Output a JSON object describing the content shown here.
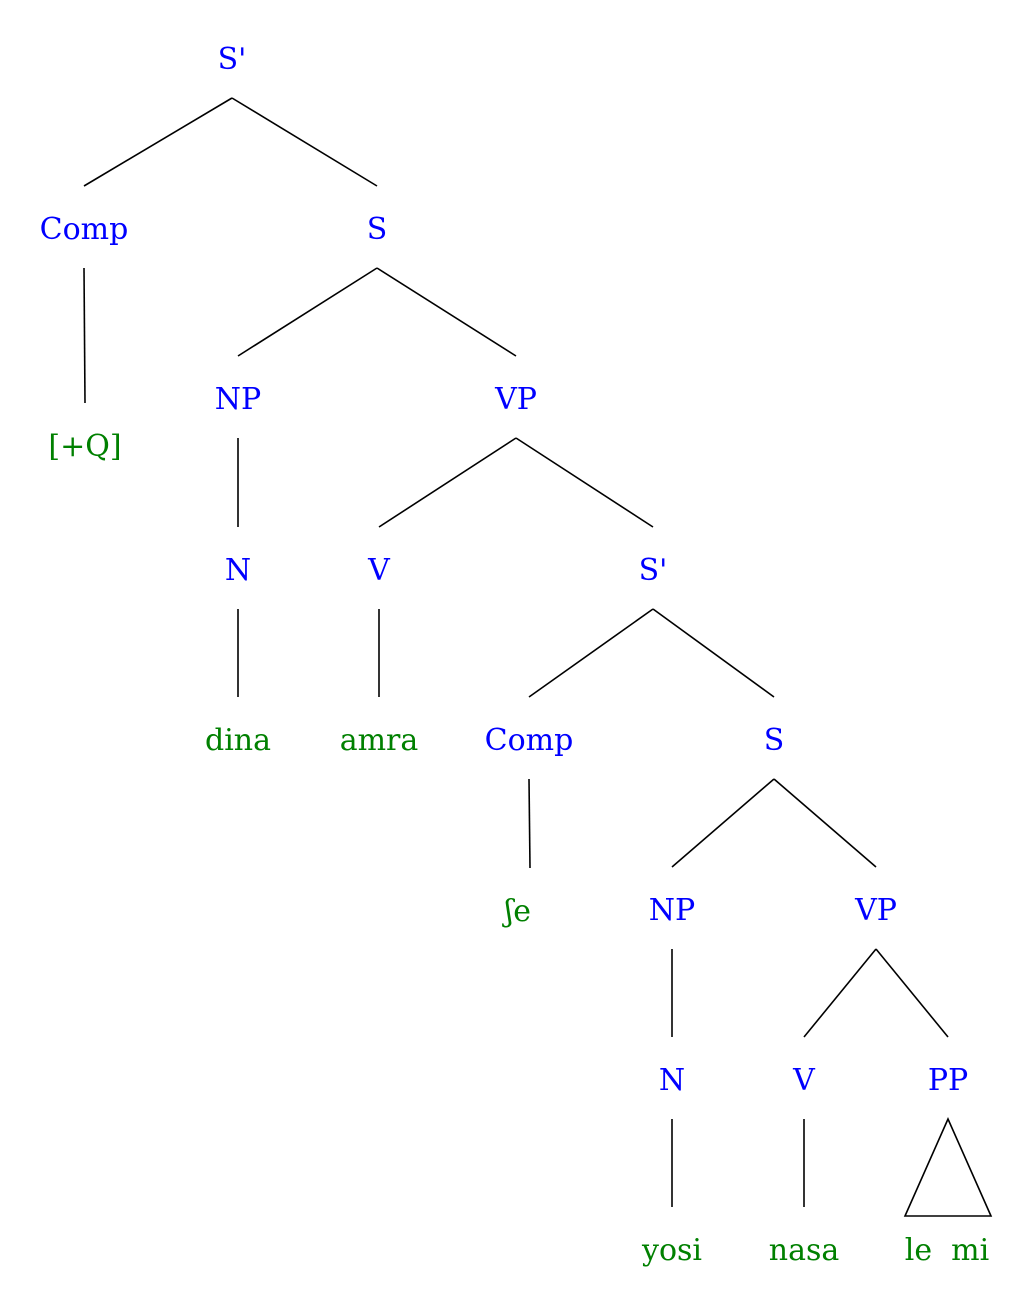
{
  "tree": {
    "nodes": {
      "n1": {
        "label": "S'",
        "kind": "category"
      },
      "n2": {
        "label": "Comp",
        "kind": "category"
      },
      "n3": {
        "label": "S",
        "kind": "category"
      },
      "n4": {
        "label": "[+Q]",
        "kind": "word"
      },
      "n5": {
        "label": "NP",
        "kind": "category"
      },
      "n6": {
        "label": "VP",
        "kind": "category"
      },
      "n7": {
        "label": "N",
        "kind": "category"
      },
      "n8": {
        "label": "V",
        "kind": "category"
      },
      "n9": {
        "label": "S'",
        "kind": "category"
      },
      "n10": {
        "label": "dina",
        "kind": "word"
      },
      "n11": {
        "label": "amra",
        "kind": "word"
      },
      "n12": {
        "label": "Comp",
        "kind": "category"
      },
      "n13": {
        "label": "S",
        "kind": "category"
      },
      "n14": {
        "label": "ʃe",
        "kind": "word"
      },
      "n15": {
        "label": "NP",
        "kind": "category"
      },
      "n16": {
        "label": "VP",
        "kind": "category"
      },
      "n17": {
        "label": "N",
        "kind": "category"
      },
      "n18": {
        "label": "V",
        "kind": "category"
      },
      "n19": {
        "label": "PP",
        "kind": "category"
      },
      "n20": {
        "label": "yosi",
        "kind": "word"
      },
      "n21": {
        "label": "nasa",
        "kind": "word"
      },
      "n22": {
        "label": "le  mi",
        "kind": "word"
      }
    },
    "edges": [
      {
        "from": "n1",
        "to": "n2",
        "type": "line"
      },
      {
        "from": "n1",
        "to": "n3",
        "type": "line"
      },
      {
        "from": "n2",
        "to": "n4",
        "type": "line"
      },
      {
        "from": "n3",
        "to": "n5",
        "type": "line"
      },
      {
        "from": "n3",
        "to": "n6",
        "type": "line"
      },
      {
        "from": "n5",
        "to": "n7",
        "type": "line"
      },
      {
        "from": "n6",
        "to": "n8",
        "type": "line"
      },
      {
        "from": "n6",
        "to": "n9",
        "type": "line"
      },
      {
        "from": "n7",
        "to": "n10",
        "type": "line"
      },
      {
        "from": "n8",
        "to": "n11",
        "type": "line"
      },
      {
        "from": "n9",
        "to": "n12",
        "type": "line"
      },
      {
        "from": "n9",
        "to": "n13",
        "type": "line"
      },
      {
        "from": "n12",
        "to": "n14",
        "type": "line"
      },
      {
        "from": "n13",
        "to": "n15",
        "type": "line"
      },
      {
        "from": "n13",
        "to": "n16",
        "type": "line"
      },
      {
        "from": "n15",
        "to": "n17",
        "type": "line"
      },
      {
        "from": "n16",
        "to": "n18",
        "type": "line"
      },
      {
        "from": "n16",
        "to": "n19",
        "type": "line"
      },
      {
        "from": "n17",
        "to": "n20",
        "type": "line"
      },
      {
        "from": "n18",
        "to": "n21",
        "type": "line"
      },
      {
        "from": "n19",
        "to": "n22",
        "type": "triangle"
      }
    ]
  },
  "colors": {
    "category": "#0000ff",
    "word": "#008000",
    "edge": "#000000",
    "background": "#ffffff"
  }
}
